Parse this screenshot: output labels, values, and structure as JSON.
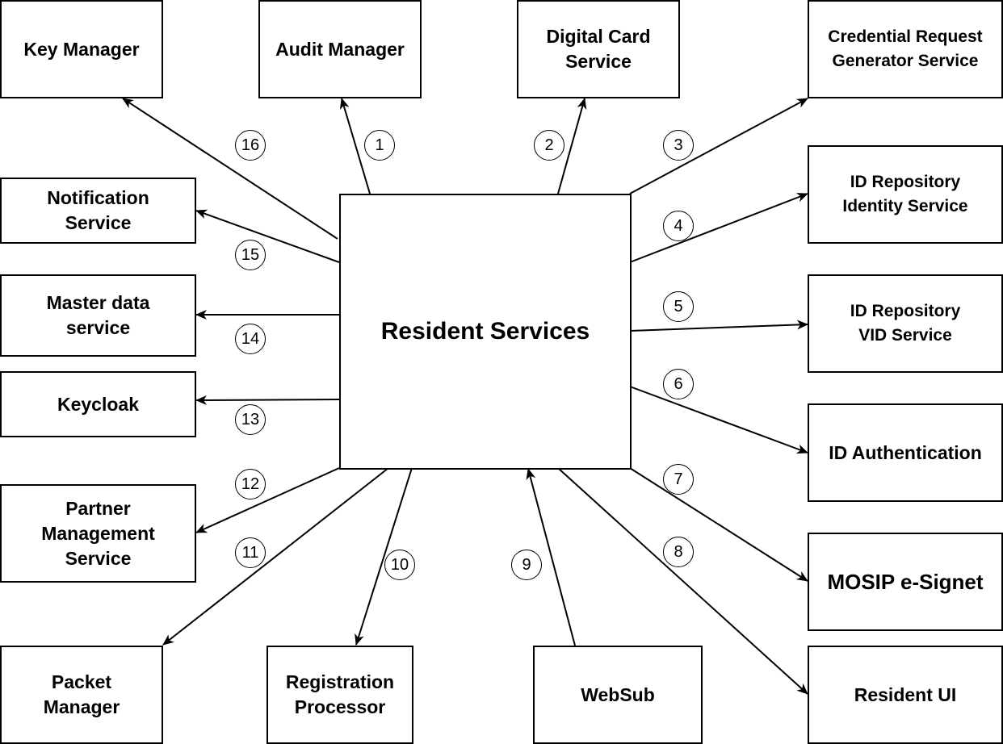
{
  "central": {
    "label": "Resident Services"
  },
  "boxes": {
    "key_manager": "Key Manager",
    "audit_manager": "Audit Manager",
    "digital_card_service": "Digital Card\nService",
    "credential_request_generator": "Credential Request\nGenerator Service",
    "id_repo_identity": "ID Repository\nIdentity Service",
    "id_repo_vid": "ID Repository\nVID Service",
    "id_authentication": "ID Authentication",
    "mosip_esignet": "MOSIP e-Signet",
    "resident_ui": "Resident UI",
    "websub": "WebSub",
    "registration_processor": "Registration\nProcessor",
    "packet_manager": "Packet\nManager",
    "partner_management": "Partner\nManagement\nService",
    "keycloak": "Keycloak",
    "master_data_service": "Master data\nservice",
    "notification_service": "Notification\nService"
  },
  "edges": {
    "e1": "1",
    "e2": "2",
    "e3": "3",
    "e4": "4",
    "e5": "5",
    "e6": "6",
    "e7": "7",
    "e8": "8",
    "e9": "9",
    "e10": "10",
    "e11": "11",
    "e12": "12",
    "e13": "13",
    "e14": "14",
    "e15": "15",
    "e16": "16"
  }
}
